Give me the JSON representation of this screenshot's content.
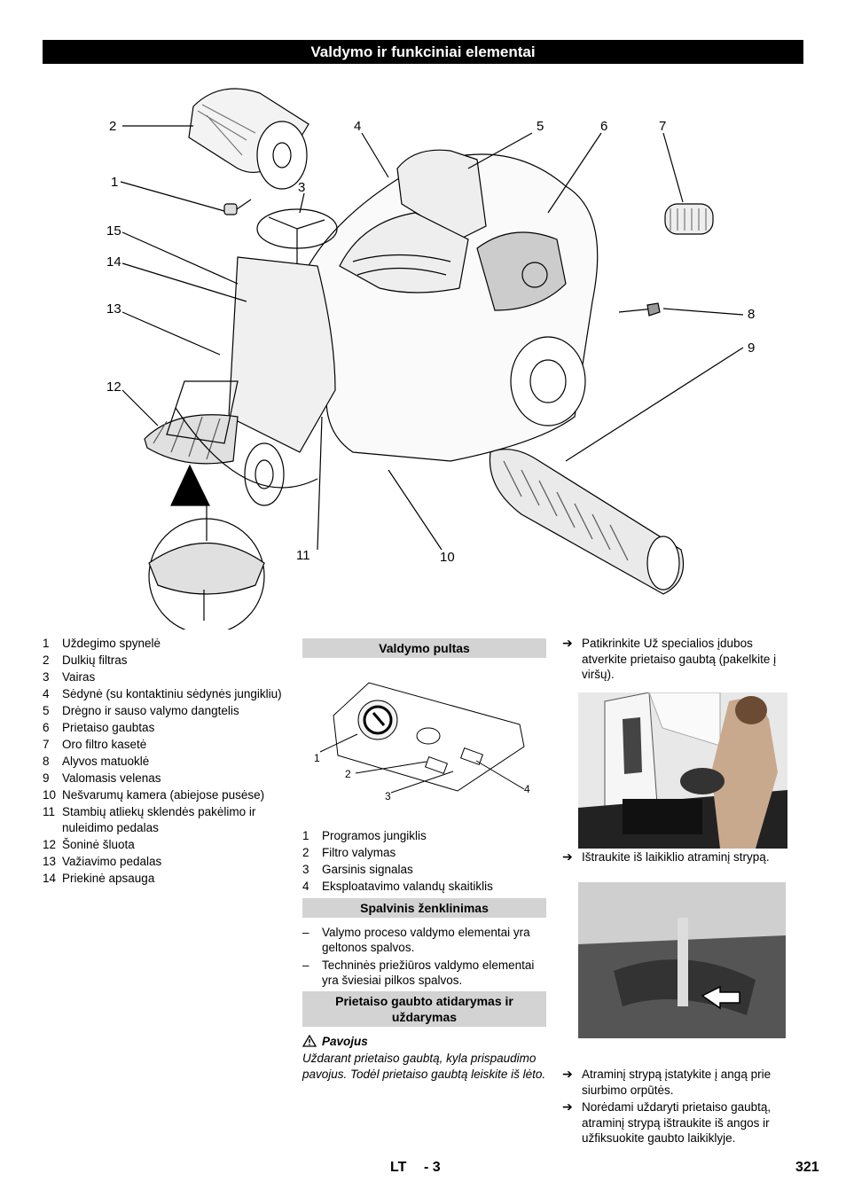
{
  "header": {
    "title": "Valdymo ir funkciniai elementai"
  },
  "diagram": {
    "callouts": [
      "2",
      "1",
      "3",
      "15",
      "14",
      "13",
      "12",
      "4",
      "5",
      "6",
      "7",
      "8",
      "9",
      "11",
      "10"
    ]
  },
  "parts_list": [
    {
      "num": "1",
      "text": "Uždegimo spynelė"
    },
    {
      "num": "2",
      "text": "Dulkių filtras"
    },
    {
      "num": "3",
      "text": "Vairas"
    },
    {
      "num": "4",
      "text": "Sėdynė (su kontaktiniu sėdynės jungikliu)"
    },
    {
      "num": "5",
      "text": "Drėgno ir sauso valymo dangtelis"
    },
    {
      "num": "6",
      "text": "Prietaiso gaubtas"
    },
    {
      "num": "7",
      "text": "Oro filtro kasetė"
    },
    {
      "num": "8",
      "text": "Alyvos matuoklė"
    },
    {
      "num": "9",
      "text": "Valomasis velenas"
    },
    {
      "num": "10",
      "text": "Nešvarumų kamera (abiejose pusėse)"
    },
    {
      "num": "11",
      "text": "Stambių atliekų sklendės pakėlimo ir nuleidimo pedalas"
    },
    {
      "num": "12",
      "text": "Šoninė šluota"
    },
    {
      "num": "13",
      "text": "Važiavimo pedalas"
    },
    {
      "num": "14",
      "text": "Priekinė apsauga"
    }
  ],
  "control_panel": {
    "heading": "Valdymo pultas",
    "callouts": [
      "1",
      "2",
      "3",
      "4"
    ],
    "items": [
      {
        "num": "1",
        "text": "Programos jungiklis"
      },
      {
        "num": "2",
        "text": "Filtro valymas"
      },
      {
        "num": "3",
        "text": "Garsinis signalas"
      },
      {
        "num": "4",
        "text": "Eksploatavimo valandų skaitiklis"
      }
    ]
  },
  "color_coding": {
    "heading": "Spalvinis ženklinimas",
    "items": [
      {
        "mark": "–",
        "text": "Valymo proceso valdymo elementai yra geltonos spalvos."
      },
      {
        "mark": "–",
        "text": "Techninės priežiūros valdymo elementai yra šviesiai pilkos spalvos."
      }
    ]
  },
  "hood": {
    "heading": "Prietaiso gaubto atidarymas ir uždarymas",
    "danger_label": "Pavojus",
    "danger_icon": "warning-triangle-icon",
    "danger_text": "Uždarant prietaiso gaubtą, kyla prispaudimo pavojus. Todėl prietaiso gaubtą leiskite iš lėto."
  },
  "steps": {
    "arrow_glyph": "➔",
    "step1": "Patikrinkite Už specialios įdubos atverkite prietaiso gaubtą (pakelkite į viršų).",
    "step2": "Ištraukite iš laikiklio atraminį strypą.",
    "step3": "Atraminį strypą įstatykite į angą prie siurbimo orpūtės.",
    "step4": "Norėdami uždaryti prietaiso gaubtą, atraminį strypą ištraukite iš angos ir užfiksuokite gaubto laikiklyje."
  },
  "footer": {
    "lang": "LT",
    "page_sub": "- 3",
    "page_num": "321"
  }
}
